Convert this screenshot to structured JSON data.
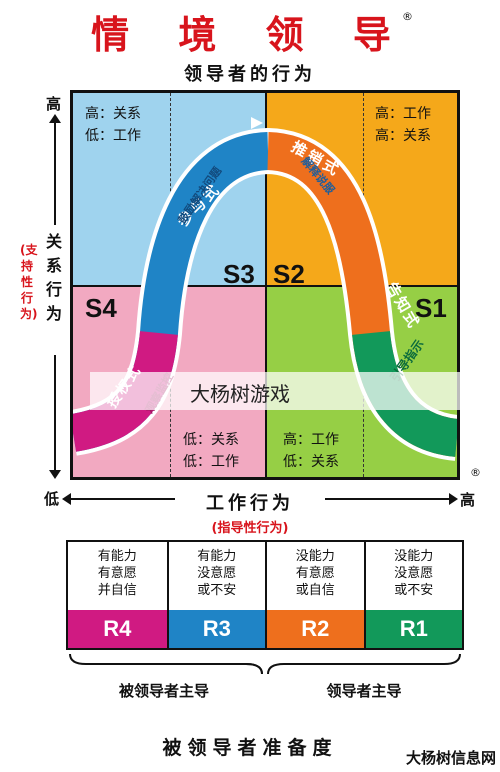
{
  "title": "情 境 领 导",
  "registered": "®",
  "axes": {
    "top": "领导者的行为",
    "left_label": "关系行为",
    "left_sub": "(支持性行为)",
    "left_high": "高",
    "left_low": "低",
    "bottom": "工作行为",
    "bottom_sub": "(指导性行为)",
    "bottom_high": "高"
  },
  "quadrants": {
    "s1_label": "S1",
    "s2_label": "S2",
    "s3_label": "S3",
    "s4_label": "S4",
    "tl_note": "高：关系\n低：工作",
    "tr_note": "高：工作\n高：关系",
    "bl_note": "低：关系\n低：工作",
    "br_note": "高：工作\n低：关系"
  },
  "curve_text": {
    "s1_main": "告知式",
    "s1_sub": "引导指示",
    "s2_main": "推销式",
    "s2_sub": "解释说服",
    "s3_main": "参与式",
    "s3_sub": "鼓励解决问题",
    "s4_main": "授权式",
    "s4_sub": "观察监控"
  },
  "readiness": [
    {
      "desc": "有能力\n有意愿\n并自信",
      "code": "R4",
      "color": "#d01a82"
    },
    {
      "desc": "有能力\n没意愿\n或不安",
      "code": "R3",
      "color": "#1f84c6"
    },
    {
      "desc": "没能力\n有意愿\n或自信",
      "code": "R2",
      "color": "#ee6f1d"
    },
    {
      "desc": "没能力\n没意愿\n或不安",
      "code": "R1",
      "color": "#12995a"
    }
  ],
  "brackets": {
    "left": "被领导者主导",
    "right": "领导者主导"
  },
  "bottom_title": "被领导者准备度",
  "watermark": "大杨树游戏",
  "logo": "大杨树信息网",
  "colors": {
    "title": "#d8141c",
    "s1": "#96cf45",
    "s2": "#f5a81a",
    "s3": "#9fd3ee",
    "s4": "#f2a9c1",
    "curve_blue": "#1f84c6",
    "curve_magenta": "#d01a82",
    "curve_orange": "#ee6f1d",
    "curve_green": "#12995a"
  }
}
